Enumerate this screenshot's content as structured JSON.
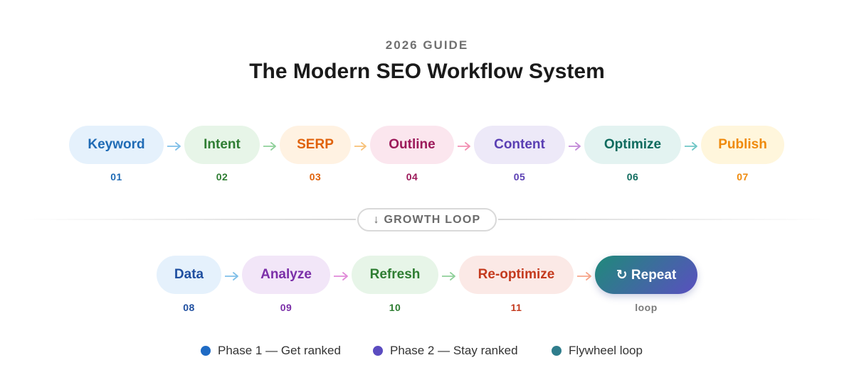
{
  "header": {
    "eyebrow": "2026 GUIDE",
    "title": "The Modern SEO Workflow System"
  },
  "phase1": [
    {
      "label": "Keyword",
      "num": "01",
      "bg": "#e5f1fc",
      "fg": "#1f6bb5"
    },
    {
      "label": "Intent",
      "num": "02",
      "bg": "#e7f5e8",
      "fg": "#2e7d32"
    },
    {
      "label": "SERP",
      "num": "03",
      "bg": "#fff2e2",
      "fg": "#e0620b"
    },
    {
      "label": "Outline",
      "num": "04",
      "bg": "#fbe6ee",
      "fg": "#9c1a5a"
    },
    {
      "label": "Content",
      "num": "05",
      "bg": "#ede9f8",
      "fg": "#5a3fb3"
    },
    {
      "label": "Optimize",
      "num": "06",
      "bg": "#e3f3f1",
      "fg": "#0f6b5e"
    },
    {
      "label": "Publish",
      "num": "07",
      "bg": "#fff6dc",
      "fg": "#ef8a0c"
    }
  ],
  "phase1_arrows": [
    "#7fbfe8",
    "#8fd09a",
    "#f7c27a",
    "#f28fb2",
    "#c38ad8",
    "#6fc6c6"
  ],
  "loop_badge": "↓ GROWTH LOOP",
  "phase2": [
    {
      "label": "Data",
      "num": "08",
      "bg": "#e5f1fc",
      "fg": "#1f4fa0"
    },
    {
      "label": "Analyze",
      "num": "09",
      "bg": "#f2e6f8",
      "fg": "#7b2fa8"
    },
    {
      "label": "Refresh",
      "num": "10",
      "bg": "#e7f5e8",
      "fg": "#2e7d32"
    },
    {
      "label": "Re-optimize",
      "num": "11",
      "bg": "#fbe9e6",
      "fg": "#c43a1e"
    }
  ],
  "phase2_arrows": [
    "#7fbfe8",
    "#e08ad8",
    "#8fd09a",
    "#f7a58a"
  ],
  "repeat": {
    "label": "↻ Repeat",
    "num": "loop",
    "gradient_from": "#1f8a7a",
    "gradient_to": "#5a4fc0",
    "num_color": "#7a7a7a"
  },
  "legend": [
    {
      "label": "Phase 1 — Get ranked",
      "color": "#1f6bc4"
    },
    {
      "label": "Phase 2 — Stay ranked",
      "color": "#5b4cc0"
    },
    {
      "label": "Flywheel loop",
      "color": "#2f7d8c"
    }
  ]
}
